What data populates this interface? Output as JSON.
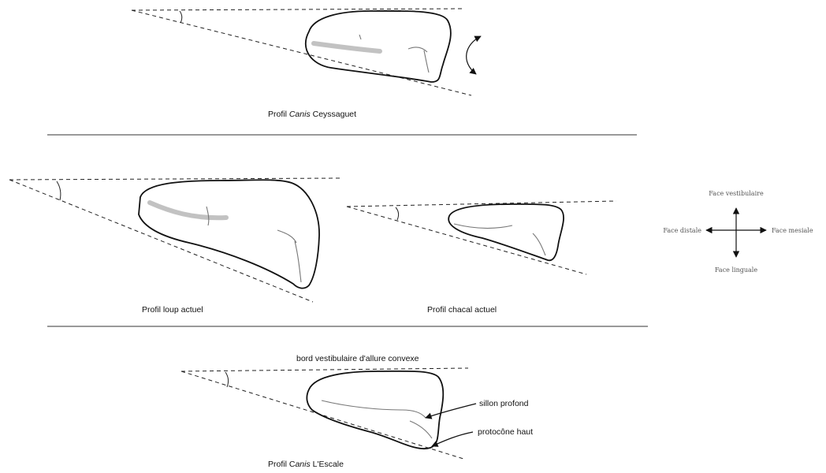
{
  "figure": {
    "profiles": [
      {
        "id": "ceyssaguet",
        "caption_pre": "Profil ",
        "caption_italic": "Canis",
        "caption_post": " Ceyssaguet"
      },
      {
        "id": "loup",
        "caption": "Profil loup actuel"
      },
      {
        "id": "chacal",
        "caption": "Profil chacal actuel"
      },
      {
        "id": "escale",
        "caption_pre": "Profil C",
        "caption_italic": "anis",
        "caption_post": " L'Escale"
      }
    ],
    "annotations": {
      "bord": "bord vestibulaire d'allure convexe",
      "sillon": "sillon profond",
      "protocone": "protocône haut"
    },
    "compass": {
      "top": "Face vestibulaire",
      "bottom": "Face linguale",
      "left": "Face distale",
      "right": "Face mesiale"
    }
  }
}
